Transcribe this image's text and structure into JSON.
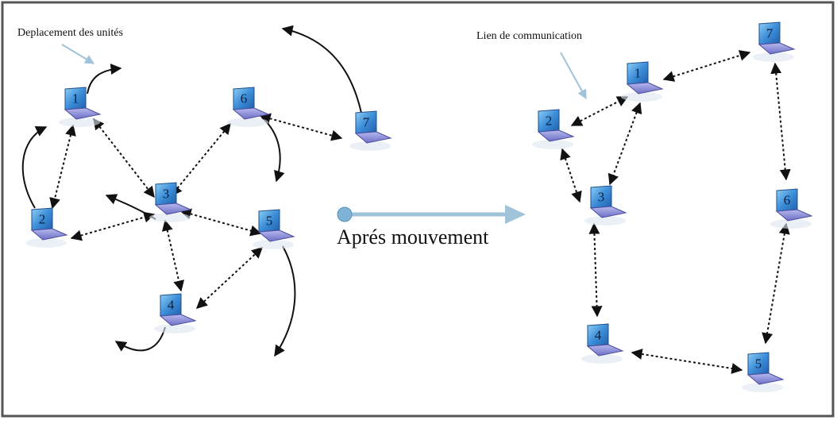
{
  "labels": {
    "left": "Deplacement des unités",
    "right": "Lien de communication",
    "middle": "Aprés mouvement"
  },
  "nodes": {
    "n1": "1",
    "n2": "2",
    "n3": "3",
    "n4": "4",
    "n5": "5",
    "n6": "6",
    "n7": "7"
  },
  "colors": {
    "frame": "#555555",
    "arrow_light": "#9fc3d9",
    "screen": "#3d8ed8",
    "keyboard": "#8a8cd8",
    "link": "#111111"
  }
}
